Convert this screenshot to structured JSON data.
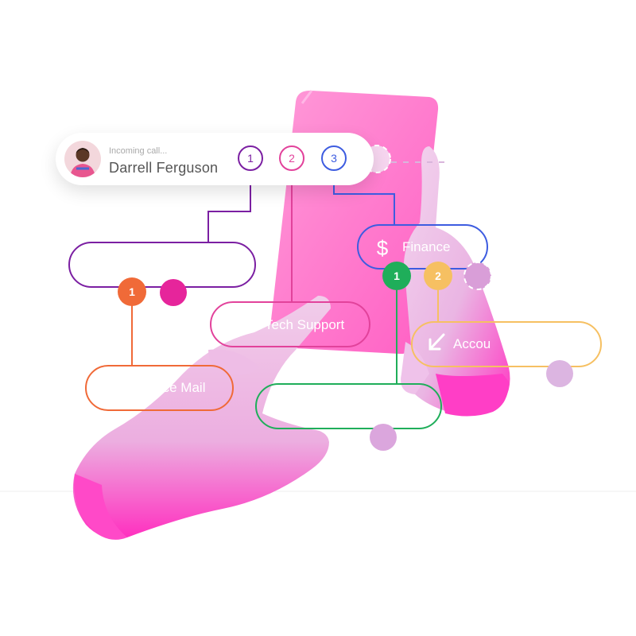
{
  "call": {
    "subtitle": "Incoming call...",
    "caller_name": "Darrell Ferguson"
  },
  "menu_options": [
    "1",
    "2",
    "3"
  ],
  "nodes": {
    "finance": "Finance",
    "tech_support": "Tech Support",
    "voice_mail": "Voice Mail",
    "accounting": "Accou"
  },
  "sub_options": {
    "finance_1": "1",
    "finance_2": "2",
    "left_1": "1"
  },
  "colors": {
    "purple": "#7b1fa2",
    "pink": "#e2429b",
    "blue": "#3d5ce0",
    "orange": "#f06a38",
    "green": "#1fae5a",
    "amber": "#f6c062",
    "magenta": "#e6259b",
    "lilac": "#dba6dd"
  },
  "icons": [
    "dollar-icon",
    "arrow-down-left-icon",
    "avatar"
  ]
}
